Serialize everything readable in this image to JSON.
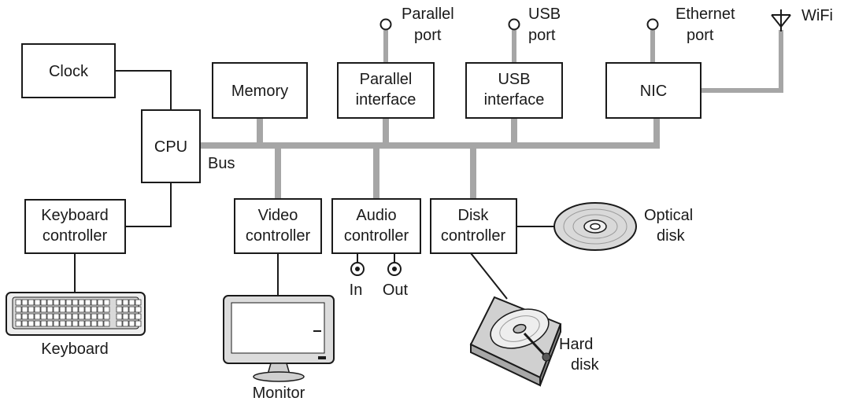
{
  "components": {
    "clock": "Clock",
    "cpu": "CPU",
    "keyboard_controller": [
      "Keyboard",
      "controller"
    ],
    "memory": "Memory",
    "parallel_interface": [
      "Parallel",
      "interface"
    ],
    "usb_interface": [
      "USB",
      "interface"
    ],
    "nic": "NIC",
    "video_controller": [
      "Video",
      "controller"
    ],
    "audio_controller": [
      "Audio",
      "controller"
    ],
    "disk_controller": [
      "Disk",
      "controller"
    ]
  },
  "labels": {
    "bus": "Bus",
    "parallel_port": [
      "Parallel",
      "port"
    ],
    "usb_port": [
      "USB",
      "port"
    ],
    "ethernet_port": [
      "Ethernet",
      "port"
    ],
    "wifi": "WiFi",
    "audio_in": "In",
    "audio_out": "Out",
    "optical_disk": [
      "Optical",
      "disk"
    ],
    "hard_disk": [
      "Hard",
      "disk"
    ],
    "keyboard": "Keyboard",
    "monitor": "Monitor"
  },
  "colors": {
    "bus": "#a6a6a6",
    "line": "#1a1a1a",
    "device_fill": "#d9d9d9"
  },
  "icons": [
    "port-connector-icon",
    "wifi-antenna-icon",
    "audio-jack-icon",
    "optical-disk-icon",
    "hard-disk-icon",
    "keyboard-icon",
    "monitor-icon"
  ]
}
